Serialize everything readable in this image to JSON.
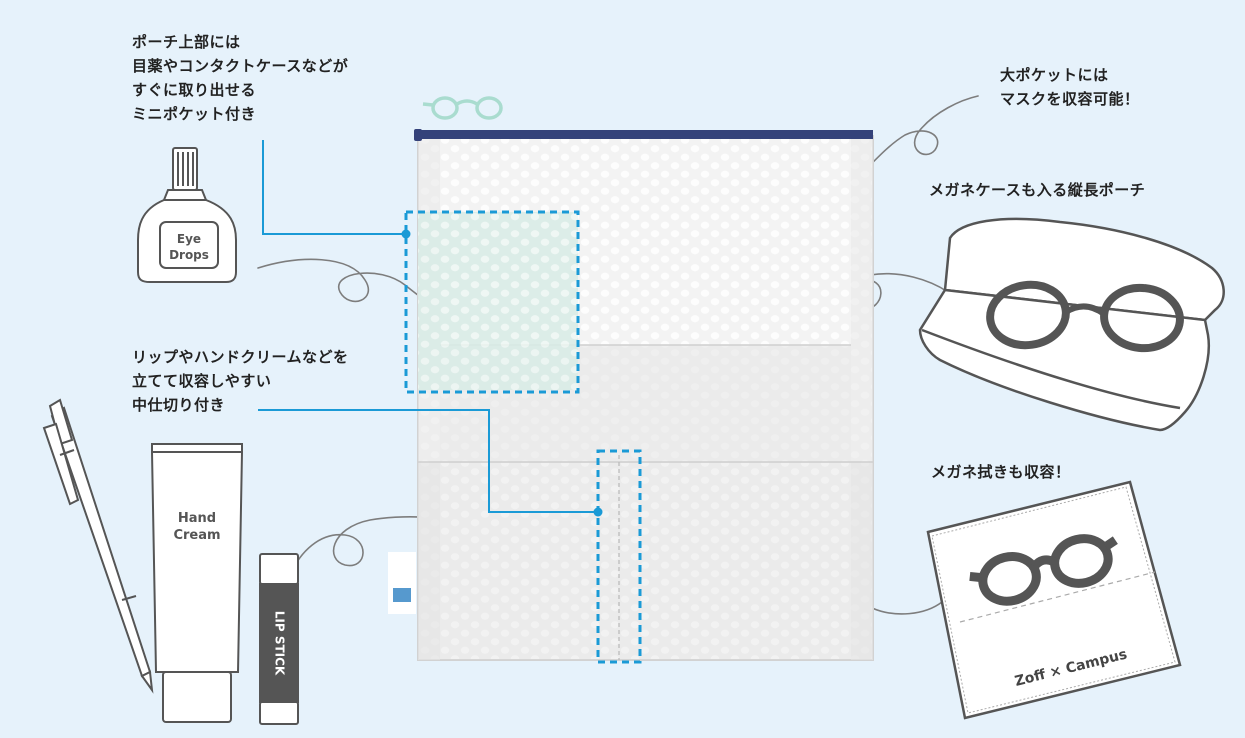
{
  "annotations": {
    "mini_pocket": [
      "ポーチ上部には",
      "目薬やコンタクトケースなどが",
      "すぐに取り出せる",
      "ミニポケット付き"
    ],
    "divider": [
      "リップやハンドクリームなどを",
      "立てて収容しやすい",
      "中仕切り付き"
    ],
    "big_pocket": [
      "大ポケットには",
      "マスクを収容可能！"
    ],
    "glasses_case": "メガネケースも入る縦長ポーチ",
    "cloth": "メガネ拭きも収容！"
  },
  "items": {
    "eye_drops": [
      "Eye",
      "Drops"
    ],
    "hand_cream": [
      "Hand",
      "Cream"
    ],
    "lip_stick": "LIP STICK",
    "cloth_brand": "Zoff × Campus"
  },
  "colors": {
    "background": "#e6f2fb",
    "accent": "#1a9ad6",
    "zipper": "#34427a",
    "mesh": "#f0f0f0",
    "glasses_icon": "#a9dccf"
  }
}
